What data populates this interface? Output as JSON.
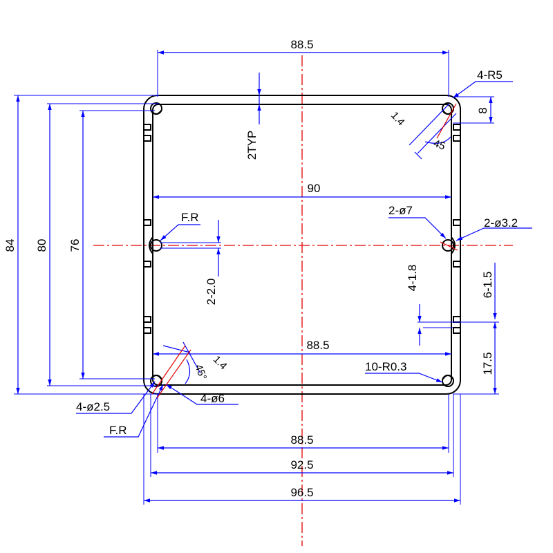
{
  "colors": {
    "part": "#000000",
    "dimension": "#0000ff",
    "centerline": "#e00000"
  },
  "labels": {
    "width_top": "88.5",
    "corner_radius": "4-R5",
    "slot_8": "8",
    "typ": "2TYP",
    "bevel_top": "1.4",
    "angle_top": "45",
    "width_inner": "90",
    "fr_left": "F.R",
    "hole_7": "2-ø7",
    "hole_32": "2-ø3.2",
    "groove_20": "2-2.0",
    "groove_18": "4-1.8",
    "groove_15": "6-1.5",
    "offset_175": "17.5",
    "width_lower": "88.5",
    "bevel_bottom": "1.4",
    "angle_bottom": "45°",
    "radius_03": "10-R0.3",
    "hole_25": "4-ø2.5",
    "hole_6": "4-ø6",
    "fr_bottom": "F.R",
    "height_84": "84",
    "height_80": "80",
    "height_76": "76",
    "width_bottom_885": "88.5",
    "width_925": "92.5",
    "width_965": "96.5"
  }
}
